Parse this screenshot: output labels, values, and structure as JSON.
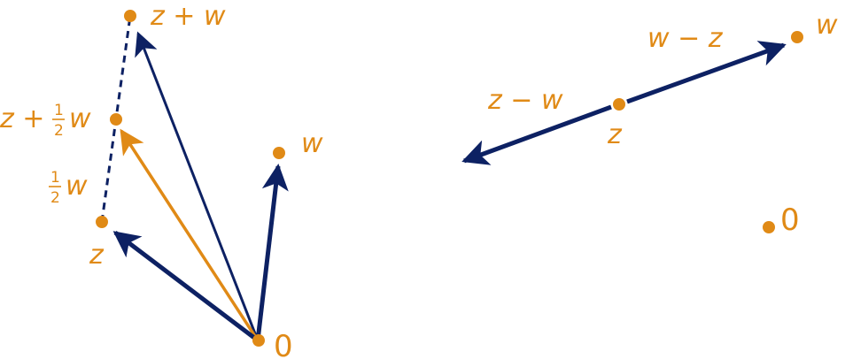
{
  "colors": {
    "orange": "#E08A16",
    "navy": "#0D2163"
  },
  "left_diagram": {
    "labels": {
      "z_plus_w": "z + w",
      "z_plus_half_w_prefix": "z +",
      "half_num": "1",
      "half_den": "2",
      "w_after_half": "w",
      "half_w_num": "1",
      "half_w_den": "2",
      "half_w_var": "w",
      "w": "w",
      "z": "z",
      "origin": "0"
    }
  },
  "right_diagram": {
    "labels": {
      "w_minus_z": "w − z",
      "w": "w",
      "z_minus_w": "z − w",
      "z": "z",
      "origin": "0"
    }
  }
}
